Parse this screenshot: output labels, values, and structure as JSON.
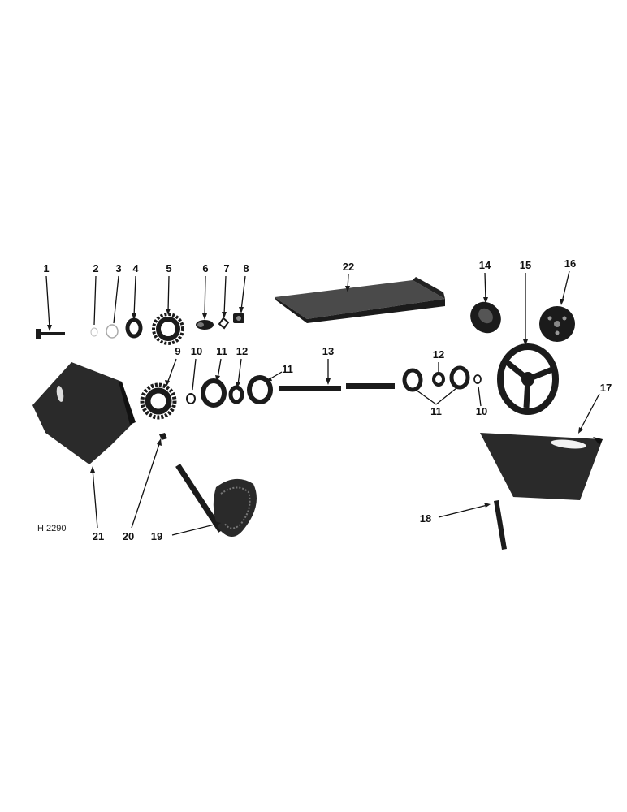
{
  "figure_ref": "H 2290",
  "callouts": {
    "c1": "1",
    "c2": "2",
    "c3": "3",
    "c4": "4",
    "c5": "5",
    "c6": "6",
    "c7": "7",
    "c8": "8",
    "c9": "9",
    "c10a": "10",
    "c10b": "10",
    "c11a": "11",
    "c11b": "11",
    "c11c": "11",
    "c12a": "12",
    "c12b": "12",
    "c13": "13",
    "c14": "14",
    "c15": "15",
    "c16": "16",
    "c17": "17",
    "c18": "18",
    "c19": "19",
    "c20": "20",
    "c21": "21",
    "c22": "22"
  }
}
